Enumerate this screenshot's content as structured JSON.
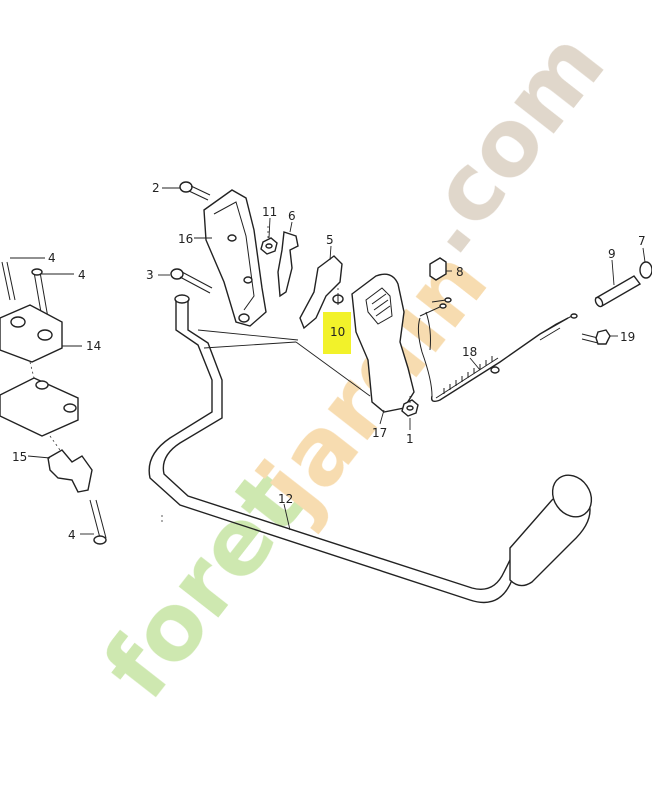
{
  "callouts": {
    "c1": "1",
    "c2": "2",
    "c3": "3",
    "c4a": "4",
    "c4b": "4",
    "c4c": "4",
    "c5": "5",
    "c6": "6",
    "c7": "7",
    "c8": "8",
    "c9": "9",
    "c10": "10",
    "c11": "11",
    "c12": "12",
    "c14": "14",
    "c15": "15",
    "c16": "16",
    "c17": "17",
    "c18": "18",
    "c19": "19"
  },
  "highlight_color": "#f2f22a",
  "watermark": {
    "part1": "foret",
    "part2": "jardin",
    "part3": ".com",
    "color_green": "#c9e6a8",
    "color_orange": "#f7d9a8",
    "color_brown": "#ddd3c6"
  }
}
